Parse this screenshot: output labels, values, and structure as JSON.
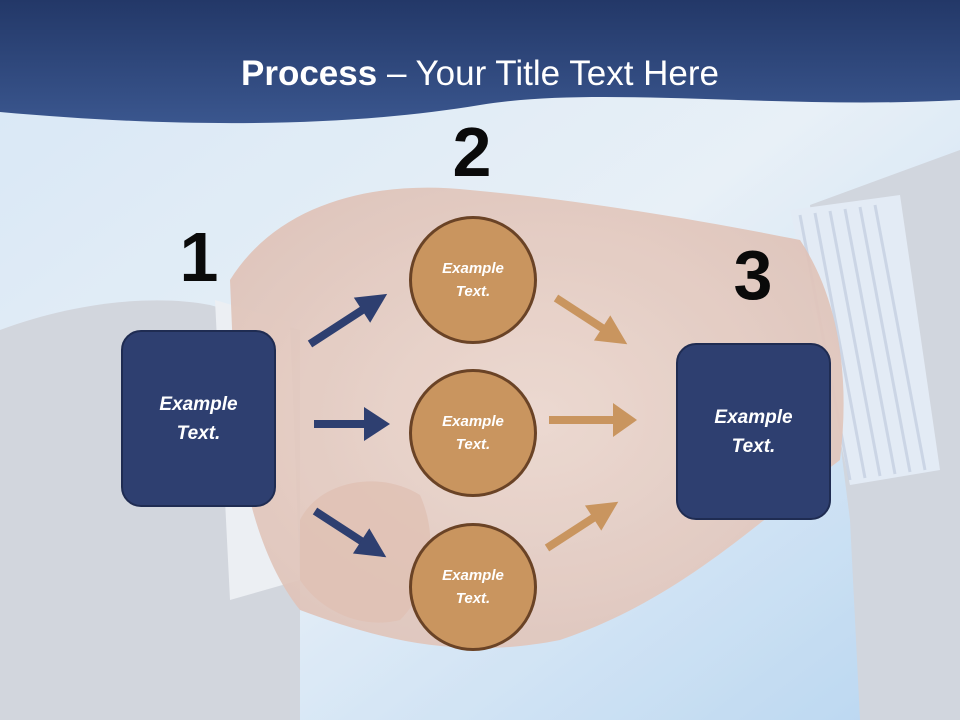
{
  "title": {
    "bold": "Process",
    "rest": " – Your Title Text Here"
  },
  "steps": {
    "one": "1",
    "two": "2",
    "three": "3"
  },
  "left_box": {
    "text": "Example Text."
  },
  "middle_circles": [
    {
      "text": "Example Text."
    },
    {
      "text": "Example Text."
    },
    {
      "text": "Example Text."
    }
  ],
  "right_box": {
    "text": "Example Text."
  },
  "colors": {
    "banner": "#2f4878",
    "box": "#2e3f70",
    "circle": "#c9955f",
    "circle_border": "#6a4326",
    "arrow_blue": "#2e3f70",
    "arrow_orange": "#c9955f"
  }
}
